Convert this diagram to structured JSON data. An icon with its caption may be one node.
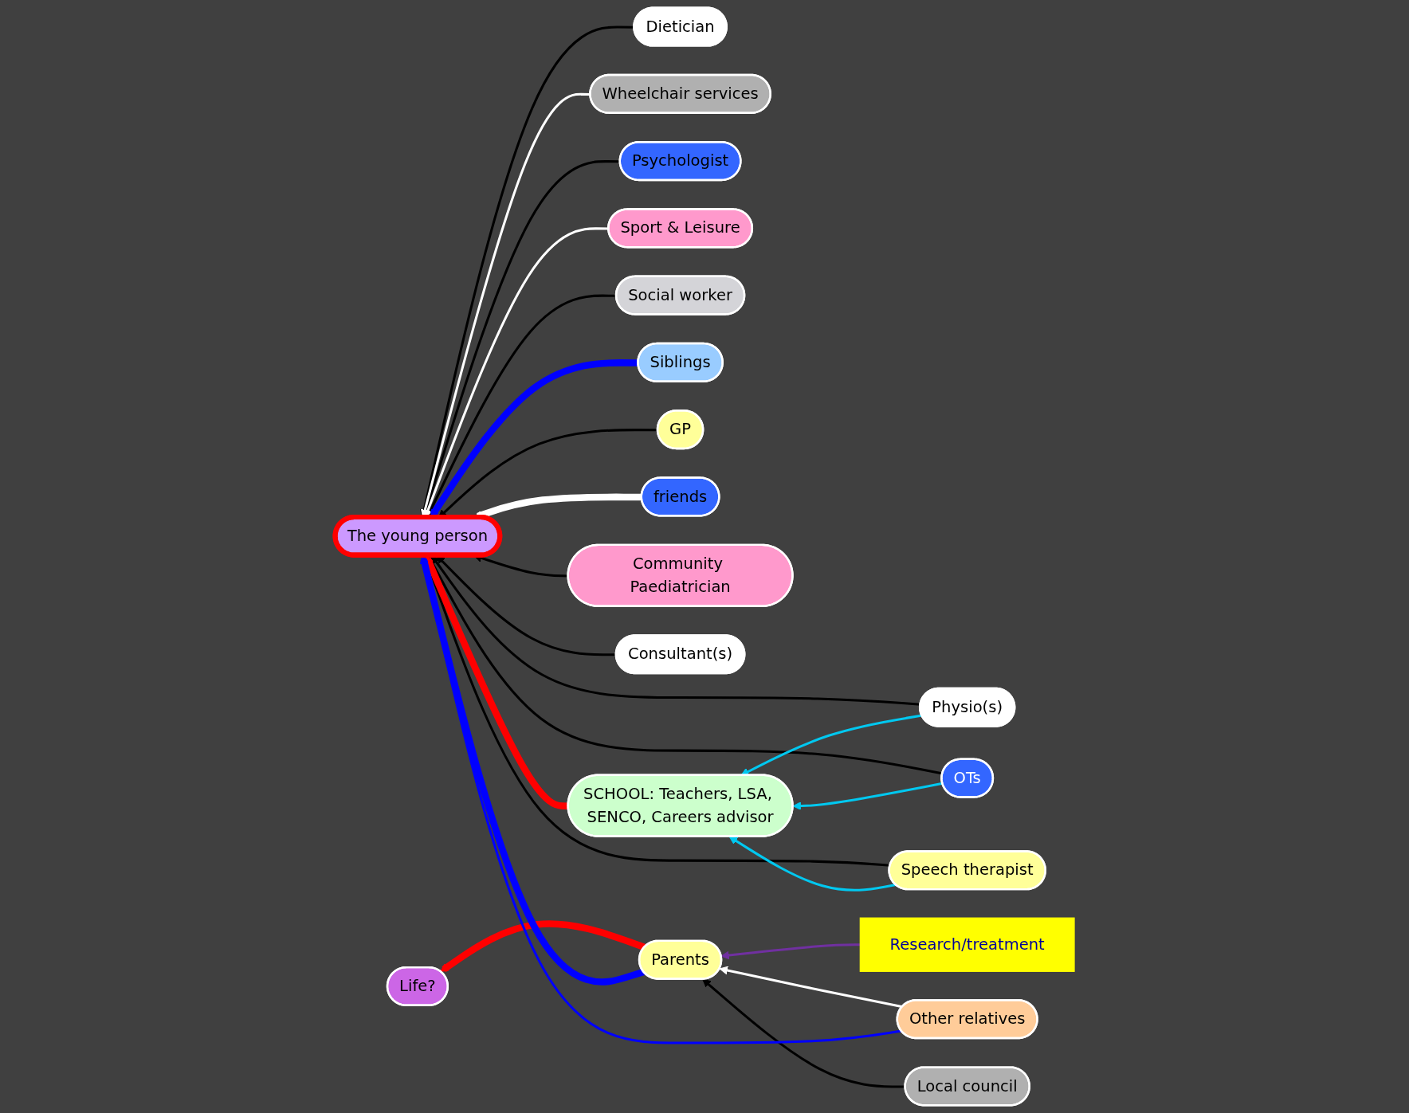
{
  "diagram": {
    "nodes": [
      {
        "text": [
          "Dietician"
        ]
      },
      {
        "text": [
          "Research/treatment"
        ]
      },
      {
        "text": [
          "Wheelchair services"
        ]
      },
      {
        "text": [
          "Psychologist"
        ]
      },
      {
        "text": [
          "SCHOOL: Teachers, LSA, SENCO, Careers advisor"
        ]
      },
      {
        "text": [
          "Physio(s)"
        ]
      },
      {
        "text": [
          "Life?"
        ]
      },
      {
        "text": [
          "OTs"
        ]
      },
      {
        "text": [
          "Sport & Leisure"
        ]
      },
      {
        "text": [
          "Local council"
        ]
      },
      {
        "text": [
          "Speech therapist"
        ]
      },
      {
        "text": [
          "Parents"
        ]
      },
      {
        "text": [
          "Other relatives"
        ]
      },
      {
        "text": [
          "Social worker"
        ]
      },
      {
        "text": [
          "Siblings"
        ]
      },
      {
        "text": [
          "GP"
        ]
      },
      {
        "text": [
          "The young person"
        ]
      },
      {
        "text": [
          "friends"
        ]
      },
      {
        "text": [
          "Community Paediatrician"
        ]
      },
      {
        "text": [
          "Consultant(s)"
        ]
      }
    ],
    "edges": [
      {
        "from": 0,
        "to": 16,
        "arrow": "to"
      },
      {
        "from": 3,
        "to": 16,
        "arrow": "to"
      },
      {
        "from": 5,
        "to": 16,
        "arrow": "to"
      },
      {
        "from": 7,
        "to": 16,
        "arrow": "to"
      },
      {
        "from": 10,
        "to": 16,
        "arrow": "to"
      },
      {
        "from": 13,
        "to": 16,
        "arrow": "to"
      },
      {
        "from": 15,
        "to": 16,
        "arrow": "to"
      },
      {
        "from": 18,
        "to": 16,
        "arrow": "to"
      },
      {
        "from": 19,
        "to": 16,
        "arrow": "to"
      },
      {
        "from": 5,
        "to": 4,
        "arrow": "to",
        "color": "#00c8f0"
      },
      {
        "from": 7,
        "to": 4,
        "arrow": "to",
        "color": "#00c8f0"
      },
      {
        "from": 10,
        "to": 4,
        "arrow": "to",
        "color": "#00c8f0"
      },
      {
        "from": 2,
        "to": 16,
        "arrow": "to",
        "color": "#ffffff"
      },
      {
        "from": 8,
        "to": 16,
        "arrow": "to",
        "color": "#ffffff"
      },
      {
        "from": 4,
        "to": 16,
        "arrow": "to",
        "style": "thick",
        "color": "#ff0000"
      },
      {
        "from": 1,
        "to": 11,
        "arrow": "to",
        "color": "#7030a0"
      },
      {
        "from": 9,
        "to": 11,
        "arrow": "to"
      },
      {
        "from": 11,
        "to": 6,
        "arrow": "to",
        "style": "thick",
        "color": "#ff0000"
      },
      {
        "from": 12,
        "to": 11,
        "arrow": "to",
        "color": "#ffffff"
      },
      {
        "from": 12,
        "to": 16,
        "arrow": "to",
        "color": "#0000ff"
      },
      {
        "from": 11,
        "to": 16,
        "arrow": "to",
        "style": "thick",
        "color": "#0000ff"
      },
      {
        "from": 14,
        "to": 16,
        "arrow": "to",
        "style": "thick",
        "color": "#0000ff"
      },
      {
        "from": 17,
        "to": 16,
        "arrow": "to",
        "style": "thick",
        "color": "#ffffff"
      }
    ]
  }
}
